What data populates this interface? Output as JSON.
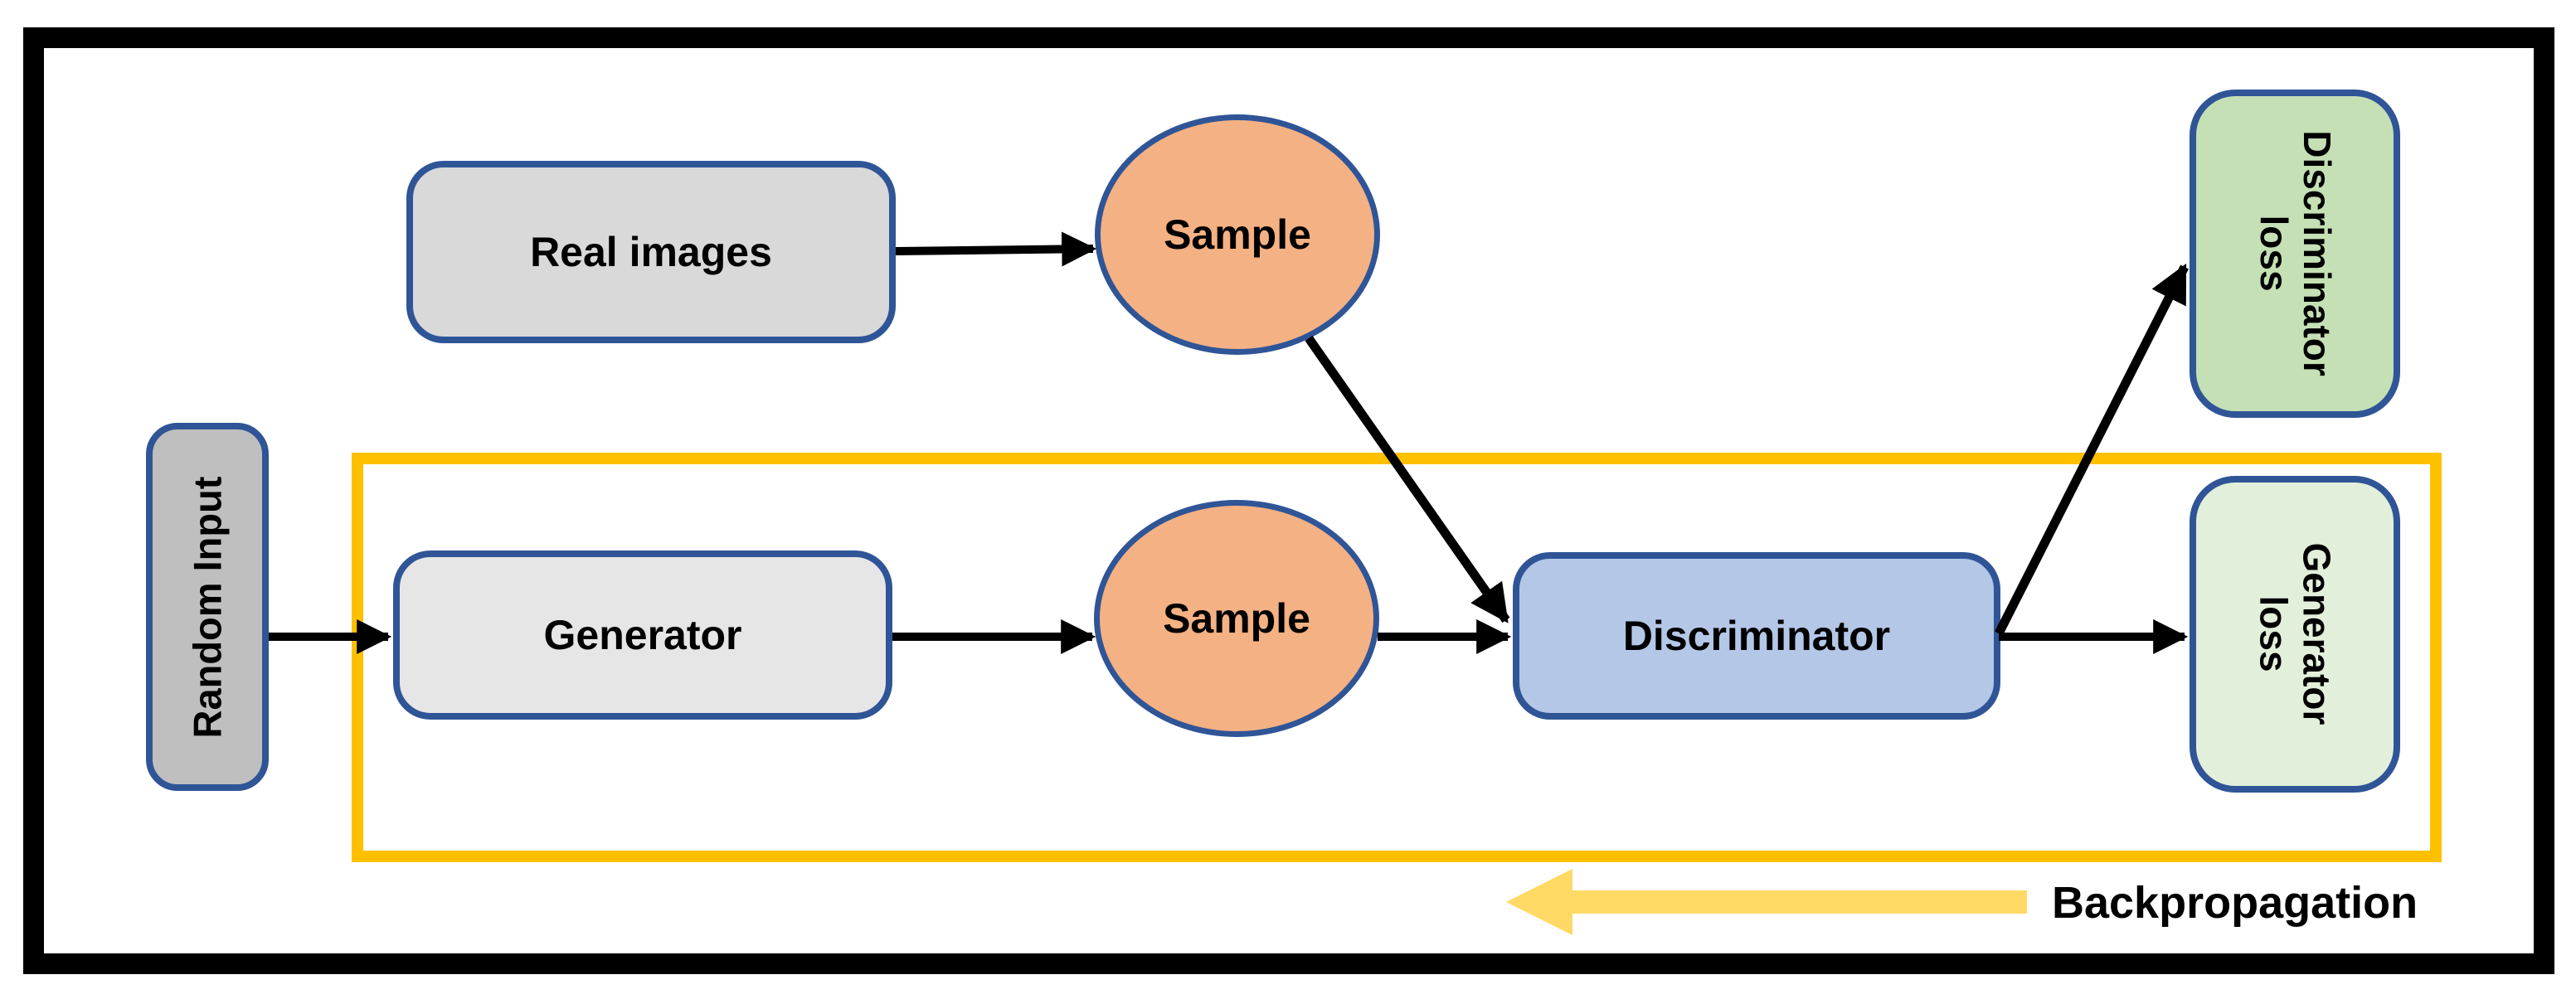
{
  "diagram": {
    "frame_color": "#000000",
    "loop": {
      "color": "#ffc000"
    },
    "arrow_color": "#000000",
    "nodes": {
      "real_images": {
        "label": "Real images",
        "fill": "#d9d9d9",
        "border": "#2f5597"
      },
      "random_input": {
        "label": "Random Input",
        "fill": "#bfbfbf",
        "border": "#2f5597"
      },
      "generator": {
        "label": "Generator",
        "fill": "#e7e6e6",
        "border": "#2f5597"
      },
      "sample_real": {
        "label": "Sample",
        "fill": "#f4b183",
        "border": "#2f5597"
      },
      "sample_generated": {
        "label": "Sample",
        "fill": "#f4b183",
        "border": "#2f5597"
      },
      "discriminator": {
        "label": "Discriminator",
        "fill": "#b4c7e7",
        "border": "#2f5597"
      },
      "discriminator_loss": {
        "line1": "Discriminator",
        "line2": "loss",
        "fill": "#c5e0b4",
        "border": "#2f5597"
      },
      "generator_loss": {
        "line1": "Generator",
        "line2": "loss",
        "fill": "#e2efda",
        "border": "#2f5597"
      }
    },
    "backpropagation": {
      "label": "Backpropagation",
      "arrow_fill": "#ffd966"
    }
  }
}
